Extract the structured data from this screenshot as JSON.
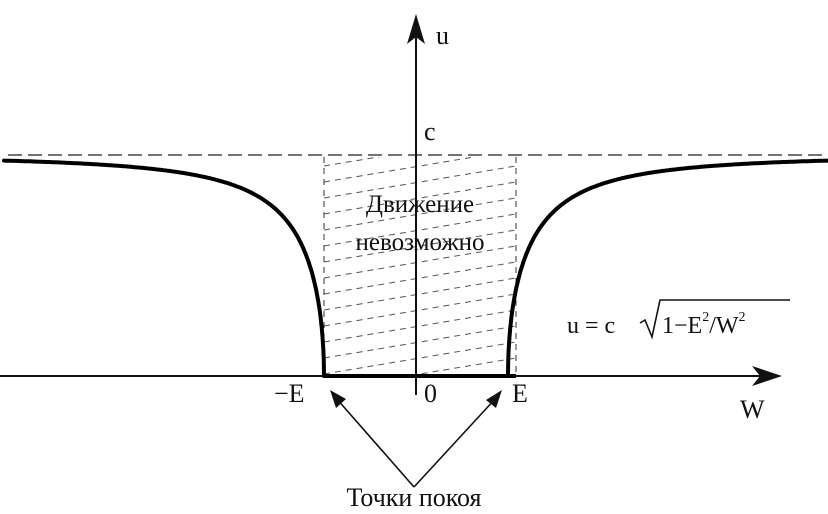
{
  "axes": {
    "u_label": "u",
    "w_label": "W",
    "c_label": "c",
    "origin_label": "0",
    "minus_e_label": "−E",
    "e_label": "E"
  },
  "region": {
    "line1": "Движение",
    "line2": "невозможно"
  },
  "formula": {
    "lhs": "u = c",
    "body": "1−E",
    "sup1": "2",
    "slash": "/W",
    "sup2": "2"
  },
  "rest_points_label": "Точки покоя"
}
